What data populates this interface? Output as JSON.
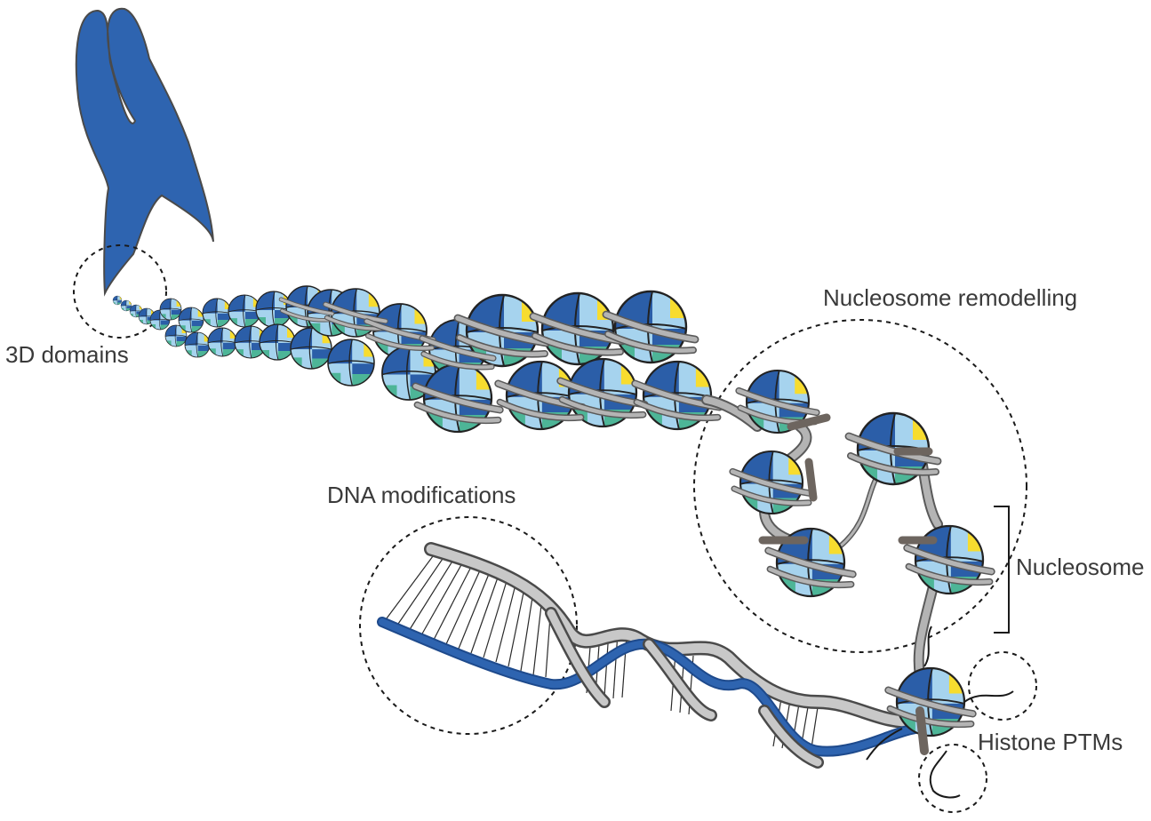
{
  "labels": {
    "domains": "3D domains",
    "remodelling": "Nucleosome remodelling",
    "dna_mod": "DNA modifications",
    "nucleosome": "Nucleosome",
    "ptms": "Histone PTMs"
  },
  "colors": {
    "chromosome": "#2e64b0",
    "light_blue": "#a6d3ee",
    "dark_blue": "#2b5ea8",
    "teal": "#4db597",
    "yellow": "#f7dc2f",
    "dna_gray": "#b4b4b4",
    "dna_blue": "#2e64b0",
    "stub": "#6d655f",
    "text": "#3a3a3a"
  }
}
